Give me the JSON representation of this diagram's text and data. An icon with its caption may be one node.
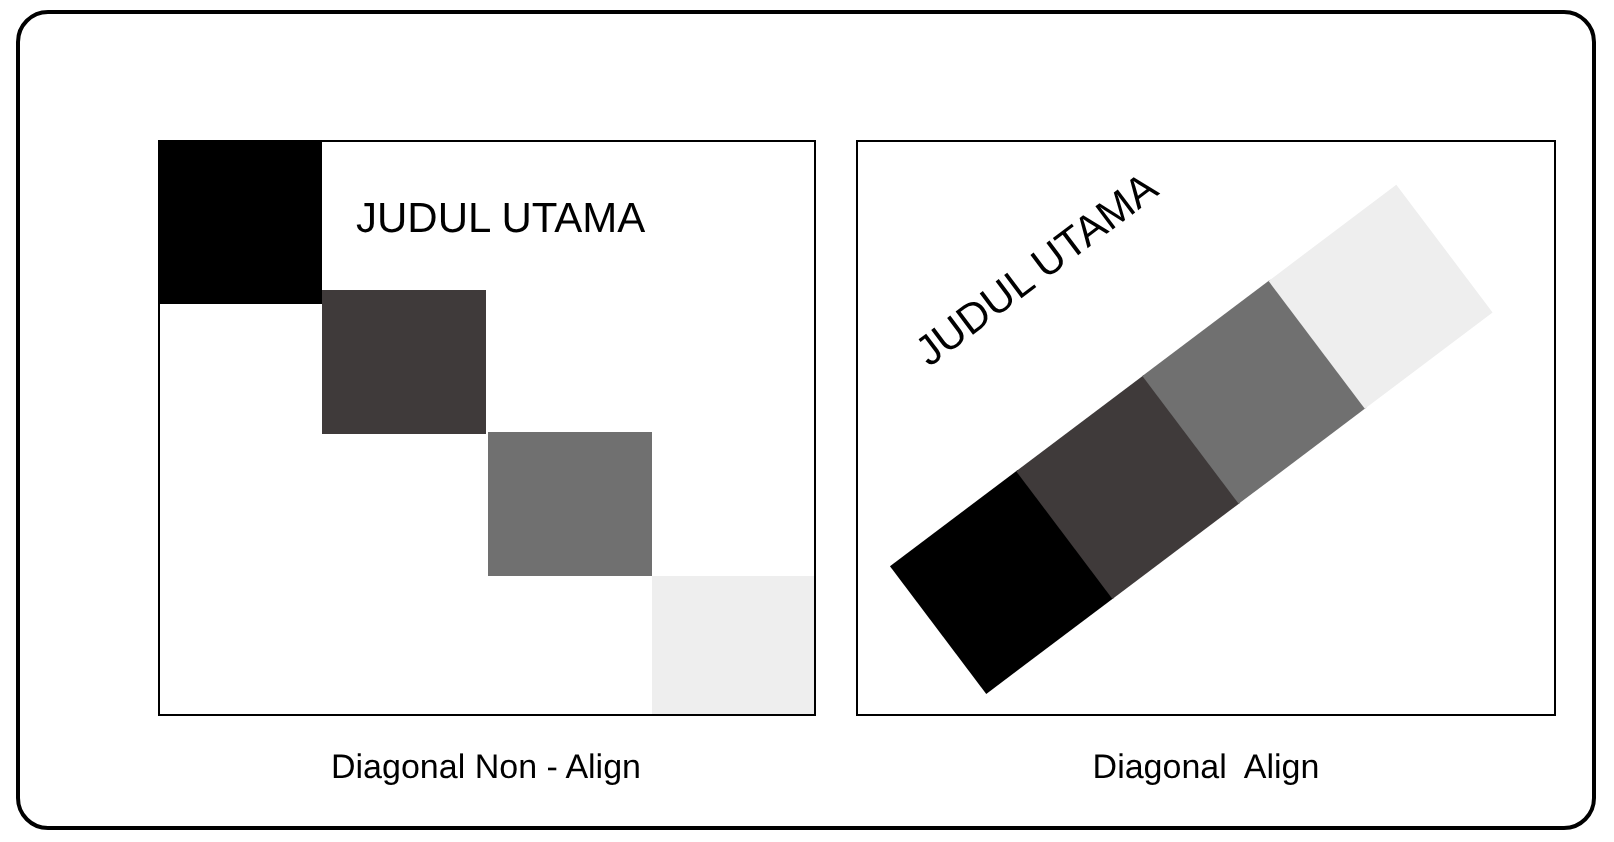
{
  "diagram": {
    "nodes": [
      {
        "text": [
          "JUDUL UTAMA"
        ],
        "beside": [
          "Diagonal Non - Align"
        ]
      },
      {
        "text": [
          "JUDUL UTAMA"
        ],
        "beside": [
          "Diagonal  Align"
        ]
      }
    ]
  }
}
